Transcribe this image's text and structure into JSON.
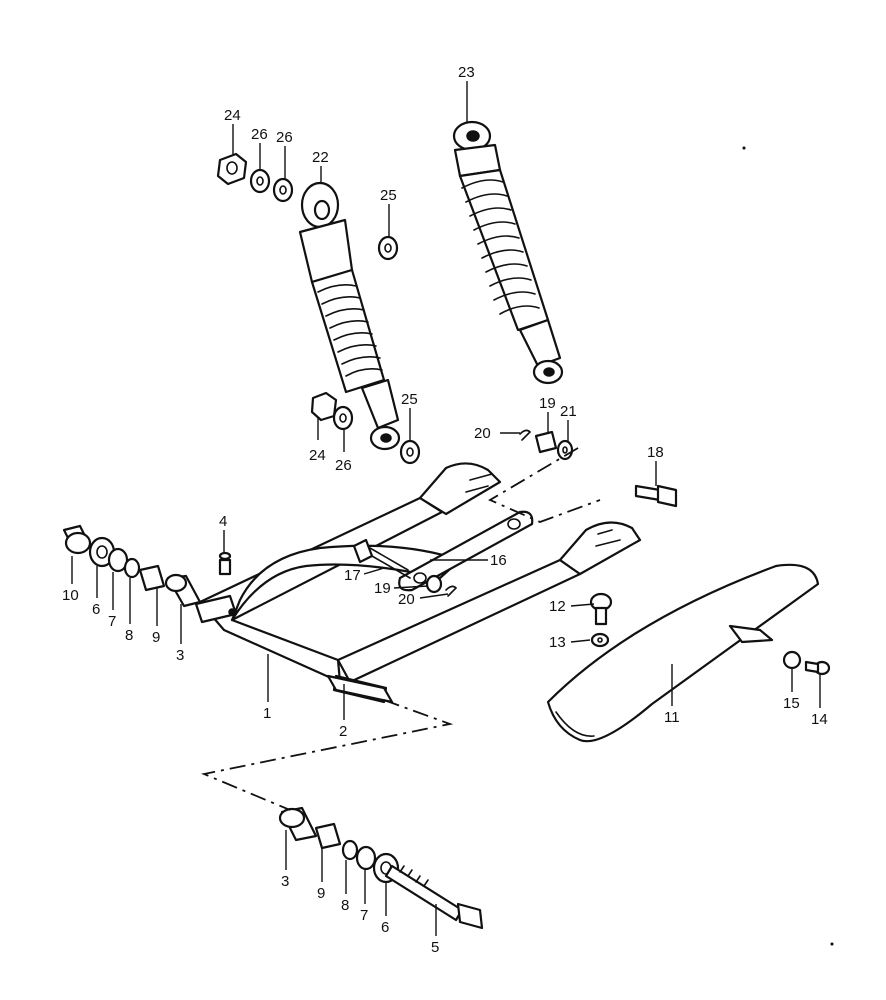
{
  "callouts": [
    {
      "id": "c24a",
      "text": "24"
    },
    {
      "id": "c26a",
      "text": "26"
    },
    {
      "id": "c26b",
      "text": "26"
    },
    {
      "id": "c22",
      "text": "22"
    },
    {
      "id": "c25a",
      "text": "25"
    },
    {
      "id": "c23",
      "text": "23"
    },
    {
      "id": "c24b",
      "text": "24"
    },
    {
      "id": "c26c",
      "text": "26"
    },
    {
      "id": "c25b",
      "text": "25"
    },
    {
      "id": "c20a",
      "text": "20"
    },
    {
      "id": "c19a",
      "text": "19"
    },
    {
      "id": "c21",
      "text": "21"
    },
    {
      "id": "c18",
      "text": "18"
    },
    {
      "id": "c4",
      "text": "4"
    },
    {
      "id": "c17",
      "text": "17"
    },
    {
      "id": "c16",
      "text": "16"
    },
    {
      "id": "c19b",
      "text": "19"
    },
    {
      "id": "c20b",
      "text": "20"
    },
    {
      "id": "c12",
      "text": "12"
    },
    {
      "id": "c13",
      "text": "13"
    },
    {
      "id": "c10",
      "text": "10"
    },
    {
      "id": "c6a",
      "text": "6"
    },
    {
      "id": "c7a",
      "text": "7"
    },
    {
      "id": "c8a",
      "text": "8"
    },
    {
      "id": "c9a",
      "text": "9"
    },
    {
      "id": "c3a",
      "text": "3"
    },
    {
      "id": "c1",
      "text": "1"
    },
    {
      "id": "c2",
      "text": "2"
    },
    {
      "id": "c11",
      "text": "11"
    },
    {
      "id": "c15",
      "text": "15"
    },
    {
      "id": "c14",
      "text": "14"
    },
    {
      "id": "c3b",
      "text": "3"
    },
    {
      "id": "c9b",
      "text": "9"
    },
    {
      "id": "c8b",
      "text": "8"
    },
    {
      "id": "c7b",
      "text": "7"
    },
    {
      "id": "c6b",
      "text": "6"
    },
    {
      "id": "c5",
      "text": "5"
    }
  ]
}
